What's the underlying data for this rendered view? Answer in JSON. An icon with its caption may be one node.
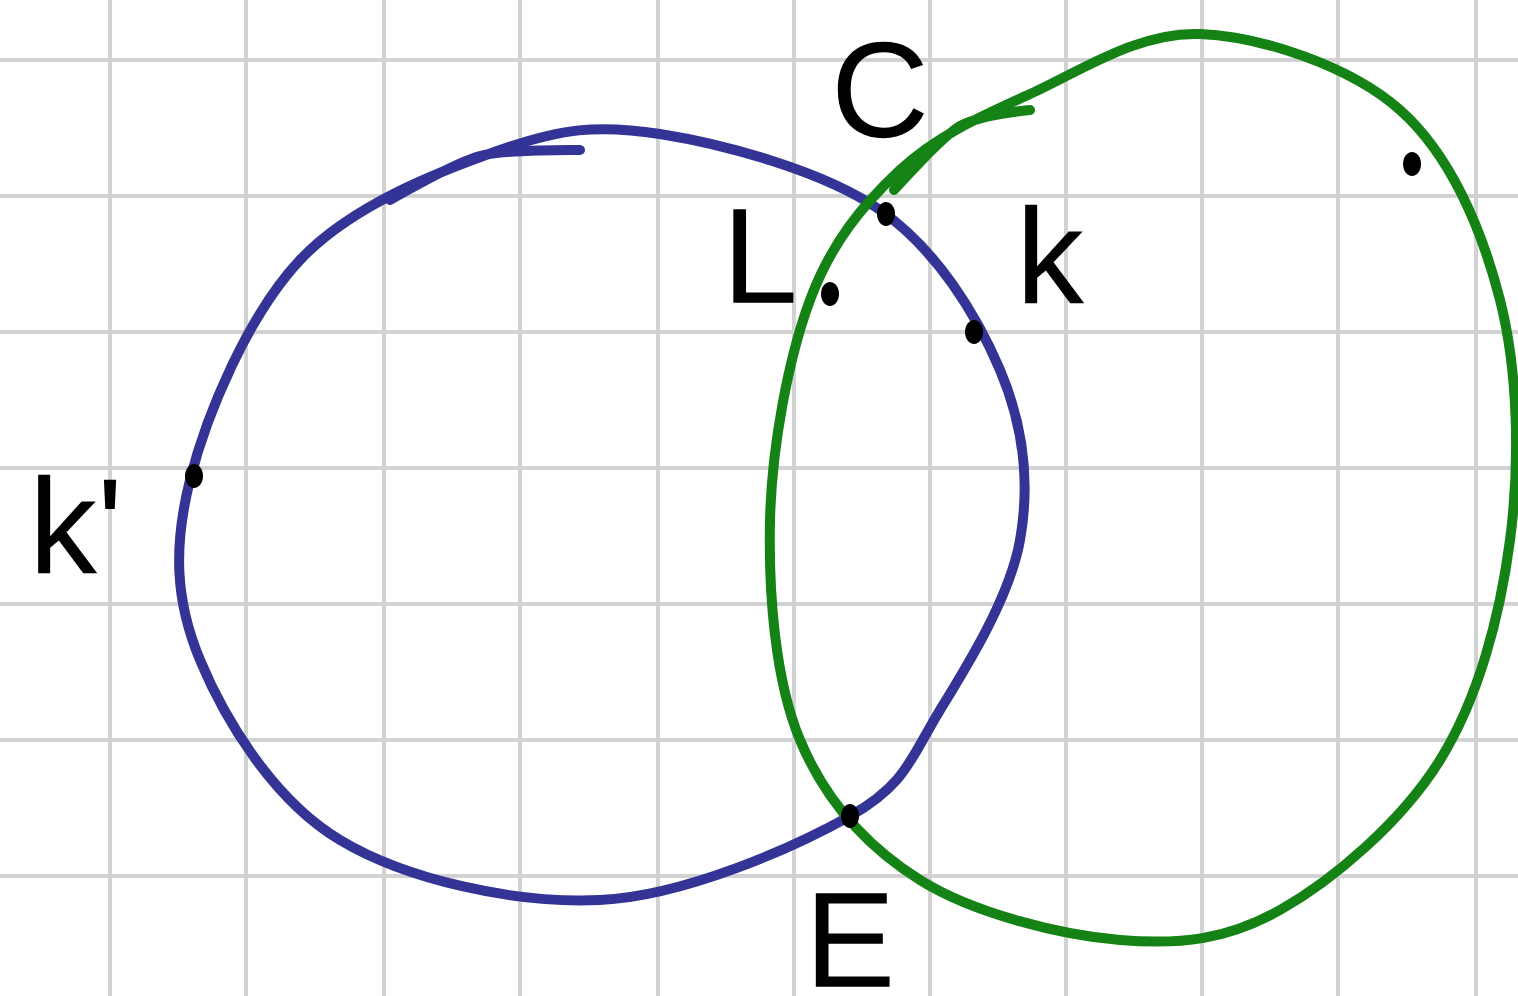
{
  "diagram": {
    "nodes": [
      {
        "text": [],
        "shape": "circle"
      },
      {
        "text": [],
        "shape": "circle"
      }
    ],
    "labels": [
      "C",
      "L",
      "k",
      "k'",
      "E"
    ]
  }
}
